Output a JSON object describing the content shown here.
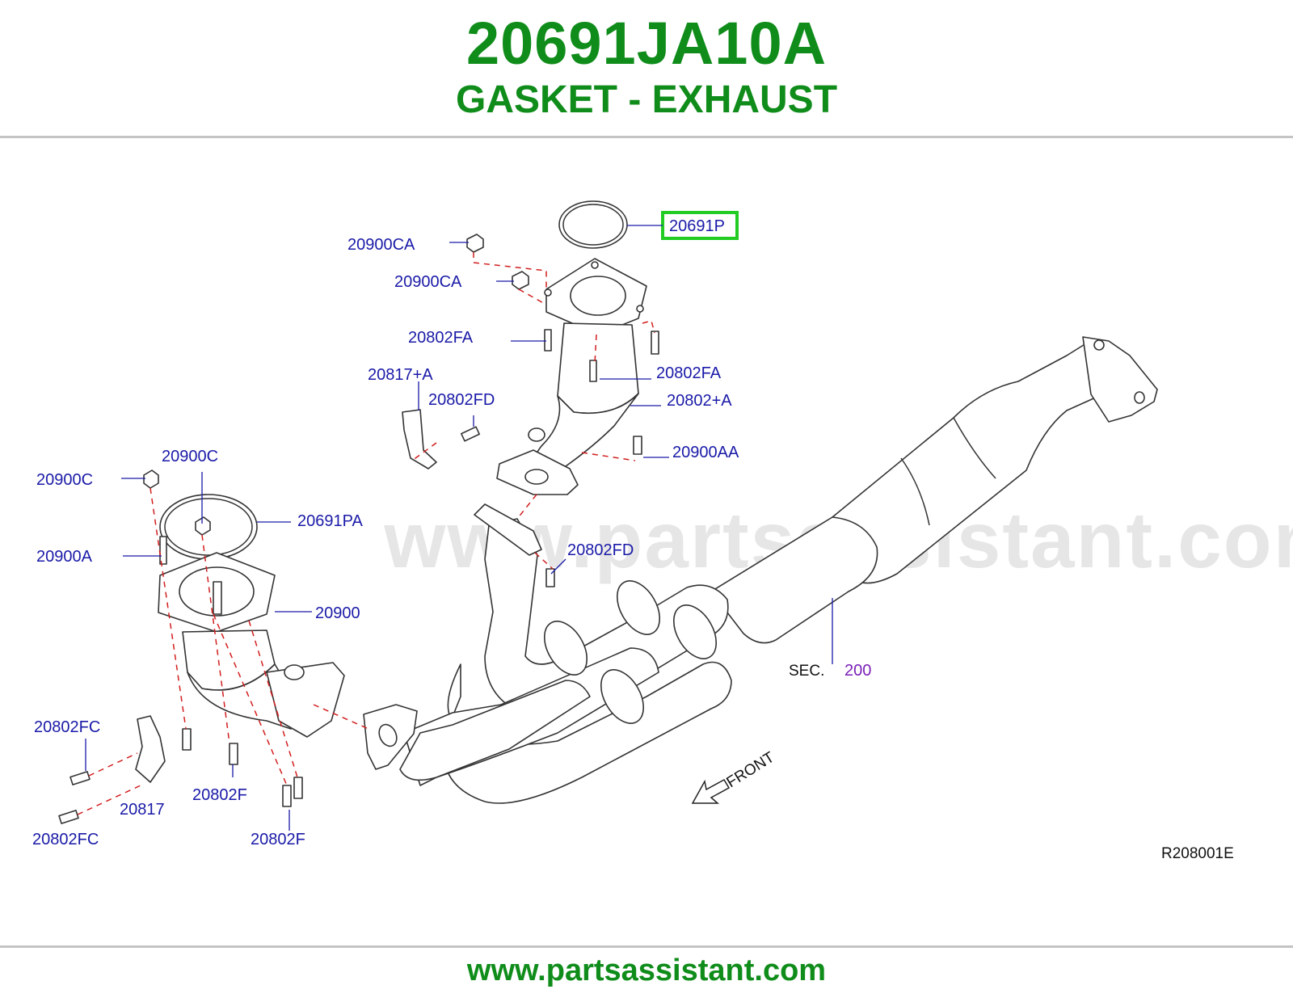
{
  "header": {
    "part_number": "20691JA10A",
    "part_description": "GASKET - EXHAUST"
  },
  "diagram": {
    "watermark": "www.partsassistant.com",
    "highlighted_callout": "20691P",
    "highlight_color": "#22cc22",
    "callouts": {
      "c_20691P": "20691P",
      "c_20900CA_1": "20900CA",
      "c_20900CA_2": "20900CA",
      "c_20802FA_1": "20802FA",
      "c_20802FA_2": "20802FA",
      "c_20817A": "20817+A",
      "c_20802FD_1": "20802FD",
      "c_20802A": "20802+A",
      "c_20900AA": "20900AA",
      "c_20900C_1": "20900C",
      "c_20900C_2": "20900C",
      "c_20691PA": "20691PA",
      "c_20900A": "20900A",
      "c_20802FD_2": "20802FD",
      "c_20900": "20900",
      "c_20802FC_1": "20802FC",
      "c_20817": "20817",
      "c_20802F_1": "20802F",
      "c_20802F_2": "20802F",
      "c_20802FC_2": "20802FC"
    },
    "section_ref": {
      "label": "SEC.",
      "number": "200"
    },
    "front_label": "FRONT",
    "figure_code": "R208001E"
  },
  "footer": {
    "website": "www.partsassistant.com"
  },
  "colors": {
    "brand_green": "#0f8c1a",
    "callout_blue": "#1a1aa8",
    "leader_red": "#d21e1e",
    "section_purple": "#7a1fb8"
  }
}
